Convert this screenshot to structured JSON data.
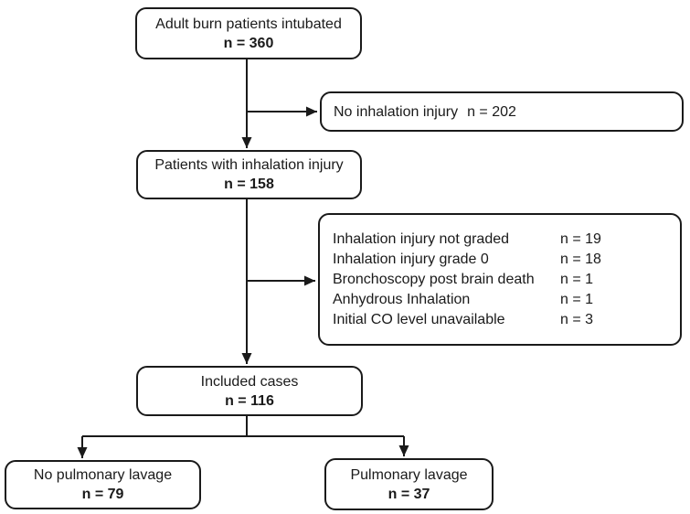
{
  "figure": {
    "background": "#ffffff",
    "line_color": "#1a1a1a"
  },
  "flow": {
    "top": {
      "label": "Adult burn patients intubated",
      "count": "n = 360"
    },
    "no_inhalation": {
      "label": "No inhalation injury",
      "count": "n = 202"
    },
    "patients": {
      "label": "Patients with inhalation injury",
      "count": "n = 158"
    },
    "exclusions": {
      "rows": [
        {
          "label": "Inhalation injury not graded",
          "value": "n = 19"
        },
        {
          "label": "Inhalation injury grade 0",
          "value": "n = 18"
        },
        {
          "label": "Bronchoscopy post brain death",
          "value": "n = 1"
        },
        {
          "label": "Anhydrous Inhalation",
          "value": "n = 1"
        },
        {
          "label": "Initial CO level unavailable",
          "value": "n = 3"
        }
      ]
    },
    "included": {
      "label": "Included cases",
      "count": "n = 116"
    },
    "no_lavage": {
      "label": "No pulmonary lavage",
      "count": "n = 79"
    },
    "lavage": {
      "label": "Pulmonary lavage",
      "count": "n = 37"
    }
  }
}
